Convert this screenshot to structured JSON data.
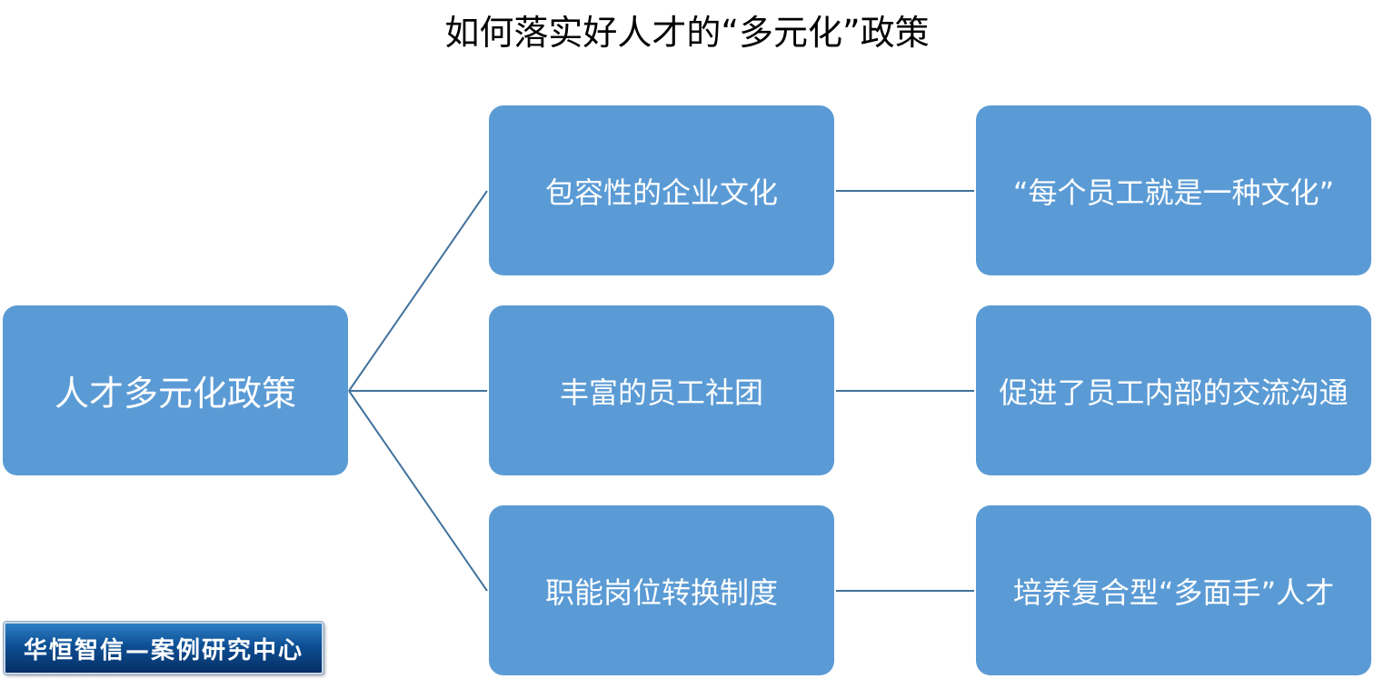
{
  "title": "如何落实好人才的“多元化”政策",
  "root": {
    "label": "人才多元化政策"
  },
  "branches": [
    {
      "label": "包容性的企业文化",
      "detail": "“每个员工就是一种文化”"
    },
    {
      "label": "丰富的员工社团",
      "detail": "促进了员工内部的交流沟通"
    },
    {
      "label": "职能岗位转换制度",
      "detail": "培养复合型“多面手”人才"
    }
  ],
  "logo": {
    "text": "华恒智信—案例研究中心"
  },
  "colors": {
    "node_fill": "#5b9bd5",
    "connector": "#41719c",
    "logo_fill": "#0e4f94"
  }
}
